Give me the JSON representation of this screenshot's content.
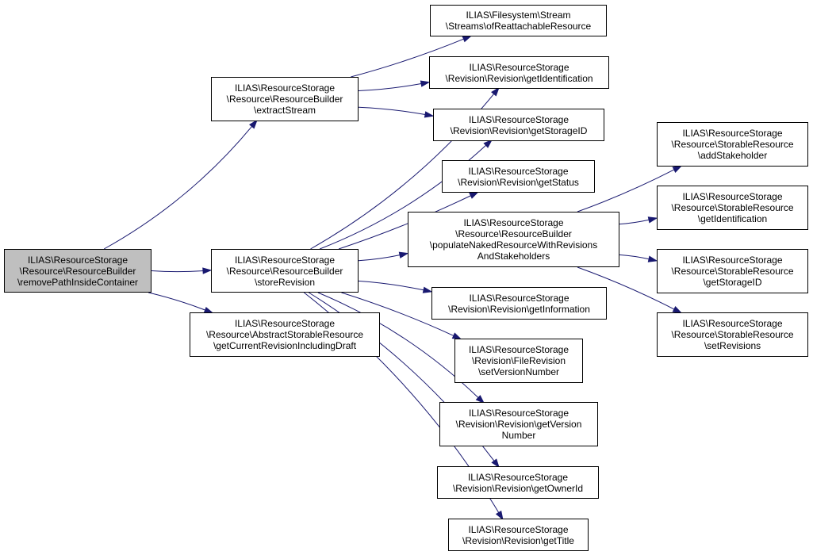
{
  "colors": {
    "edge": "#191970",
    "root_fill": "#bfbfbf",
    "node_fill": "#ffffff",
    "border": "#000000"
  },
  "nodes": {
    "root": [
      "ILIAS\\ResourceStorage",
      "\\Resource\\ResourceBuilder",
      "\\removePathInsideContainer"
    ],
    "extract_stream": [
      "ILIAS\\ResourceStorage",
      "\\Resource\\ResourceBuilder",
      "\\extractStream"
    ],
    "store_revision": [
      "ILIAS\\ResourceStorage",
      "\\Resource\\ResourceBuilder",
      "\\storeRevision"
    ],
    "get_current_revision": [
      "ILIAS\\ResourceStorage",
      "\\Resource\\AbstractStorableResource",
      "\\getCurrentRevisionIncludingDraft"
    ],
    "of_reattachable": [
      "ILIAS\\Filesystem\\Stream",
      "\\Streams\\ofReattachableResource"
    ],
    "get_identification": [
      "ILIAS\\ResourceStorage",
      "\\Revision\\Revision\\getIdentification"
    ],
    "get_storage_id": [
      "ILIAS\\ResourceStorage",
      "\\Revision\\Revision\\getStorageID"
    ],
    "get_status": [
      "ILIAS\\ResourceStorage",
      "\\Revision\\Revision\\getStatus"
    ],
    "populate_naked": [
      "ILIAS\\ResourceStorage",
      "\\Resource\\ResourceBuilder",
      "\\populateNakedResourceWithRevisions",
      "AndStakeholders"
    ],
    "get_information": [
      "ILIAS\\ResourceStorage",
      "\\Revision\\Revision\\getInformation"
    ],
    "set_version_number": [
      "ILIAS\\ResourceStorage",
      "\\Revision\\FileRevision",
      "\\setVersionNumber"
    ],
    "get_version_number": [
      "ILIAS\\ResourceStorage",
      "\\Revision\\Revision\\getVersion",
      "Number"
    ],
    "get_owner_id": [
      "ILIAS\\ResourceStorage",
      "\\Revision\\Revision\\getOwnerId"
    ],
    "get_title": [
      "ILIAS\\ResourceStorage",
      "\\Revision\\Revision\\getTitle"
    ],
    "add_stakeholder": [
      "ILIAS\\ResourceStorage",
      "\\Resource\\StorableResource",
      "\\addStakeholder"
    ],
    "sr_get_identification": [
      "ILIAS\\ResourceStorage",
      "\\Resource\\StorableResource",
      "\\getIdentification"
    ],
    "sr_get_storage_id": [
      "ILIAS\\ResourceStorage",
      "\\Resource\\StorableResource",
      "\\getStorageID"
    ],
    "set_revisions": [
      "ILIAS\\ResourceStorage",
      "\\Resource\\StorableResource",
      "\\setRevisions"
    ]
  },
  "edges": [
    [
      "root",
      "extract_stream"
    ],
    [
      "root",
      "store_revision"
    ],
    [
      "root",
      "get_current_revision"
    ],
    [
      "extract_stream",
      "of_reattachable"
    ],
    [
      "extract_stream",
      "get_identification"
    ],
    [
      "extract_stream",
      "get_storage_id"
    ],
    [
      "store_revision",
      "get_identification"
    ],
    [
      "store_revision",
      "get_storage_id"
    ],
    [
      "store_revision",
      "get_status"
    ],
    [
      "store_revision",
      "populate_naked"
    ],
    [
      "store_revision",
      "get_information"
    ],
    [
      "store_revision",
      "set_version_number"
    ],
    [
      "store_revision",
      "get_version_number"
    ],
    [
      "store_revision",
      "get_owner_id"
    ],
    [
      "store_revision",
      "get_title"
    ],
    [
      "populate_naked",
      "add_stakeholder"
    ],
    [
      "populate_naked",
      "sr_get_identification"
    ],
    [
      "populate_naked",
      "sr_get_storage_id"
    ],
    [
      "populate_naked",
      "set_revisions"
    ]
  ]
}
